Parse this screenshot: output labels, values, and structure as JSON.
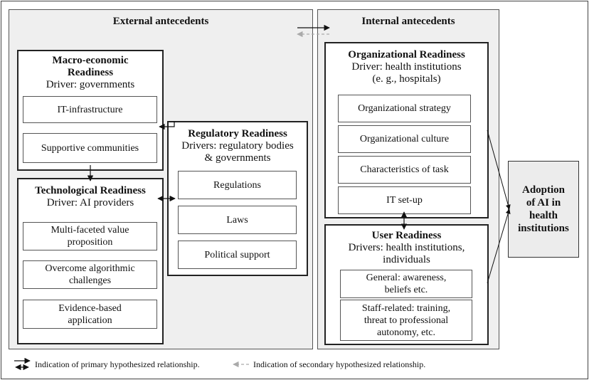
{
  "external": {
    "title": "External antecedents",
    "macro": {
      "title_line1": "Macro-economic",
      "title_line2": "Readiness",
      "driver": "Driver: governments",
      "items": [
        "IT-infrastructure",
        "Supportive communities"
      ]
    },
    "tech": {
      "title": "Technological Readiness",
      "driver": "Driver: AI providers",
      "items": [
        [
          "Multi-faceted value",
          "proposition"
        ],
        [
          "Overcome algorithmic",
          "challenges"
        ],
        [
          "Evidence-based",
          "application"
        ]
      ]
    },
    "regulatory": {
      "title": "Regulatory Readiness",
      "driver_line1": "Drivers: regulatory bodies",
      "driver_line2": "& governments",
      "items": [
        "Regulations",
        "Laws",
        "Political support"
      ]
    }
  },
  "internal": {
    "title": "Internal antecedents",
    "org": {
      "title": "Organizational Readiness",
      "driver_line1": "Driver: health institutions",
      "driver_line2": "(e. g., hospitals)",
      "items": [
        "Organizational strategy",
        "Organizational culture",
        "Characteristics of task",
        "IT set-up"
      ]
    },
    "user": {
      "title": "User Readiness",
      "driver_line1": "Drivers: health institutions,",
      "driver_line2": "individuals",
      "items": [
        [
          "General: awareness,",
          "beliefs etc."
        ],
        [
          "Staff-related: training,",
          "threat to professional",
          "autonomy, etc."
        ]
      ]
    }
  },
  "adoption": {
    "line1": "Adoption",
    "line2": "of AI in",
    "line3": "health",
    "line4": "institutions"
  },
  "legend": {
    "primary": "Indication of primary hypothesized relationship.",
    "secondary": "Indication of secondary hypothesized relationship."
  }
}
